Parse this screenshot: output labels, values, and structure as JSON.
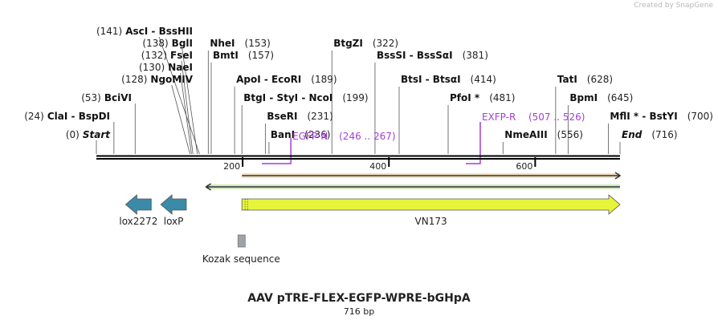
{
  "credit": "Created by SnapGene",
  "title": "AAV pTRE-FLEX-EGFP-WPRE-bGHpA",
  "subtitle": "716 bp",
  "sequence_length": 716,
  "ticks": [
    {
      "pos": 200,
      "label": "200"
    },
    {
      "pos": 400,
      "label": "400"
    },
    {
      "pos": 600,
      "label": "600"
    }
  ],
  "enzymes": [
    {
      "id": "asci",
      "names": [
        "AscI",
        "BssHII"
      ],
      "position": "(141)",
      "site": 141,
      "row": 0,
      "side": "left"
    },
    {
      "id": "bgli",
      "names": [
        "BglI"
      ],
      "position": "(138)",
      "site": 138,
      "row": 1,
      "side": "left"
    },
    {
      "id": "fsei",
      "names": [
        "FseI"
      ],
      "position": "(132)",
      "site": 132,
      "row": 2,
      "side": "left"
    },
    {
      "id": "naei",
      "names": [
        "NaeI"
      ],
      "position": "(130)",
      "site": 130,
      "row": 3,
      "side": "left"
    },
    {
      "id": "ngomiv",
      "names": [
        "NgoMIV"
      ],
      "position": "(128)",
      "site": 128,
      "row": 4,
      "side": "left"
    },
    {
      "id": "bcivi",
      "names": [
        "BciVI"
      ],
      "position": "(53)",
      "site": 53,
      "row": 5,
      "side": "left"
    },
    {
      "id": "clai",
      "names": [
        "ClaI",
        "BspDI"
      ],
      "position": "(24)",
      "site": 24,
      "row": 6,
      "side": "left"
    },
    {
      "id": "start",
      "names": [
        "Start"
      ],
      "position": "(0)",
      "site": 0,
      "row": 7,
      "side": "left",
      "italic": true
    },
    {
      "id": "nhei",
      "names": [
        "NheI"
      ],
      "position": "(153)",
      "site": 153,
      "row": 1,
      "side": "right"
    },
    {
      "id": "bmti",
      "names": [
        "BmtI"
      ],
      "position": "(157)",
      "site": 157,
      "row": 2,
      "side": "right"
    },
    {
      "id": "apoi",
      "names": [
        "ApoI",
        "EcoRI"
      ],
      "position": "(189)",
      "site": 189,
      "row": 4,
      "side": "right"
    },
    {
      "id": "btgi",
      "names": [
        "BtgI",
        "StyI",
        "NcoI"
      ],
      "position": "(199)",
      "site": 199,
      "row": 5,
      "side": "right"
    },
    {
      "id": "bseri",
      "names": [
        "BseRI"
      ],
      "position": "(231)",
      "site": 231,
      "row": 6,
      "side": "right"
    },
    {
      "id": "bani",
      "names": [
        "BanI"
      ],
      "position": "(236)",
      "site": 236,
      "row": 7,
      "side": "right"
    },
    {
      "id": "btgzi",
      "names": [
        "BtgZI"
      ],
      "position": "(322)",
      "site": 322,
      "row": 1,
      "side": "right"
    },
    {
      "id": "bsssi",
      "names": [
        "BssSI",
        "BssSαI"
      ],
      "position": "(381)",
      "site": 381,
      "row": 2,
      "side": "right"
    },
    {
      "id": "btsi",
      "names": [
        "BtsI",
        "BtsαI"
      ],
      "position": "(414)",
      "site": 414,
      "row": 4,
      "side": "right"
    },
    {
      "id": "pfoi",
      "names": [
        "PfoI *"
      ],
      "position": "(481)",
      "site": 481,
      "row": 5,
      "side": "right"
    },
    {
      "id": "nmeaiii",
      "names": [
        "NmeAIII"
      ],
      "position": "(556)",
      "site": 556,
      "row": 7,
      "side": "right"
    },
    {
      "id": "tati",
      "names": [
        "TatI"
      ],
      "position": "(628)",
      "site": 628,
      "row": 4,
      "side": "right"
    },
    {
      "id": "bpmi",
      "names": [
        "BpmI"
      ],
      "position": "(645)",
      "site": 645,
      "row": 5,
      "side": "right"
    },
    {
      "id": "mflii",
      "names": [
        "MflI *",
        "BstYI"
      ],
      "position": "(700)",
      "site": 700,
      "row": 6,
      "side": "right"
    },
    {
      "id": "end",
      "names": [
        "End"
      ],
      "position": "(716)",
      "site": 716,
      "row": 7,
      "side": "right",
      "italic": true
    }
  ],
  "primers": [
    {
      "id": "egfp-n",
      "name": "EGFP-N",
      "range": "(246 .. 267)",
      "start": 246,
      "end": 267,
      "strand": "reverse"
    },
    {
      "id": "exfp-r",
      "name": "EXFP-R",
      "range": "(507 .. 526)",
      "start": 507,
      "end": 526,
      "strand": "reverse"
    }
  ],
  "features": [
    {
      "id": "lox2272",
      "name": "lox2272",
      "start": 40,
      "end": 75,
      "strand": "reverse",
      "color": "#3a8aa8",
      "type": "arrow"
    },
    {
      "id": "loxp",
      "name": "loxP",
      "start": 88,
      "end": 123,
      "strand": "reverse",
      "color": "#3a8aa8",
      "type": "arrow"
    },
    {
      "id": "vn173",
      "name": "VN173",
      "start": 199,
      "end": 716,
      "strand": "forward",
      "color": "#e6f53a",
      "type": "arrow"
    },
    {
      "id": "kozak",
      "name": "Kozak sequence",
      "start": 193,
      "end": 203,
      "strand": "none",
      "color": "#9ea3a8",
      "type": "box"
    }
  ],
  "orf_lines": [
    {
      "id": "orf-forward",
      "start": 199,
      "end": 716,
      "strand": "forward",
      "color": "#d9a441"
    },
    {
      "id": "orf-reverse",
      "start": 150,
      "end": 716,
      "strand": "reverse",
      "color": "#7dbf4a"
    }
  ],
  "colors": {
    "backbone": "#000000",
    "primer": "#a23fd6",
    "enzyme_line": "#555555"
  }
}
